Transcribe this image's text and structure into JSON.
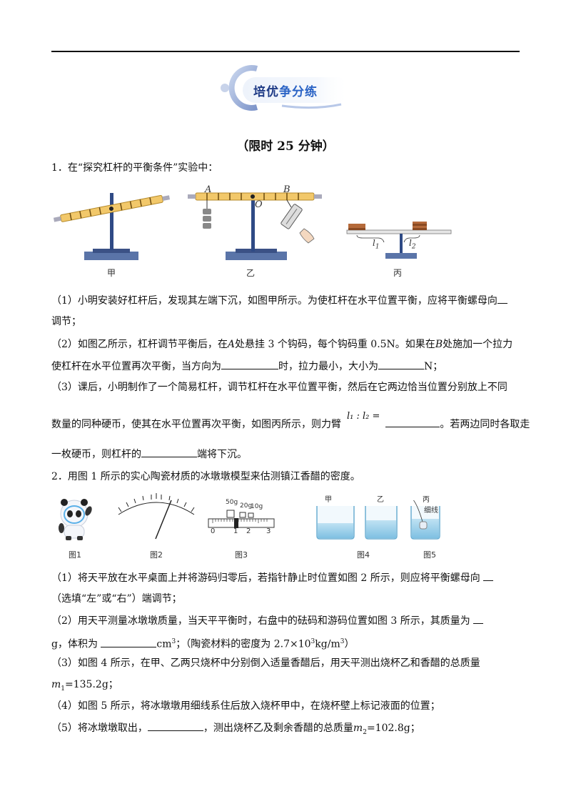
{
  "banner": {
    "part1": "培优",
    "part2": "争分练"
  },
  "time_limit": "（限时 25 分钟）",
  "q1": {
    "stem": "1．在“探究杠杆的平衡条件”实验中：",
    "fig_labels": {
      "jia": "甲",
      "yi": "乙",
      "bing": "丙",
      "A": "A",
      "B": "B",
      "O": "O",
      "l1": "l",
      "l1_sub": "1",
      "l2": "l",
      "l2_sub": "2"
    },
    "s1a": "（1）小明安装好杠杆后，发现其左端下沉，如图甲所示。为使杠杆在水平位置平衡，应将平衡螺母向",
    "s1b": "调节；",
    "s2a_1": "（2）如图乙所示，杠杆调节平衡后，在",
    "s2a_A": "A",
    "s2a_2": "处悬挂 3 个钩码，每个钩码重 0.5N。如果在",
    "s2a_B": "B",
    "s2a_3": "处施加一个拉力",
    "s2b_1": "使杠杆在水平位置再次平衡，当方向为",
    "s2b_2": "时，拉力最小，大小为",
    "s2b_3": "N；",
    "s3a": "（3）课后，小明制作了一个简易杠杆，调节杠杆在水平位置平衡，然后在它两边恰当位置分别放上不同",
    "s3b_1": "数量的同种硬币，使其在水平位置再次平衡，如图丙所示，则力臂",
    "s3b_ratio": "l₁ : l₂ =",
    "s3b_2": "。若两边同时各取走",
    "s3c_1": "一枚硬币，则杠杆的",
    "s3c_2": "端将下沉。"
  },
  "q2": {
    "stem": "2．用图 1 所示的实心陶瓷材质的冰墩墩模型来估测镇江香醋的密度。",
    "fig_caps": [
      "图1",
      "图2",
      "图3",
      "图4",
      "图5"
    ],
    "fig3_weights": [
      "50g",
      "20g",
      "10g"
    ],
    "fig3_scale": [
      "0",
      "1",
      "2",
      "3"
    ],
    "beaker_labels": [
      "甲",
      "乙",
      "丙"
    ],
    "thread_label": "细线",
    "s1a": "（1）将天平放在水平桌面上并将游码归零后，若指针静止时位置如图 2 所示，则应将平衡螺母向",
    "s1b": "（选填“左”或“右”）端调节；",
    "s2a": "（2）用天平测量冰墩墩质量，当天平平衡时，右盘中的砝码和游码位置如图 3 所示，其质量为",
    "s2b_1": "g，体积为",
    "s2b_unit": "cm",
    "s2b_2": "；（陶瓷材料的密度为 2.7×10",
    "s2b_3": "kg/m",
    "s2b_4": "）",
    "s3a": "（3）如图 4 所示，在甲、乙两只烧杯中分别倒入适量香醋后，用天平测出烧杯乙和香醋的总质量",
    "s3b_m": "m",
    "s3b_sub": "1",
    "s3b_val": "=135.2g；",
    "s4": "（4）如图 5 所示，将冰墩墩用细线系住后放入烧杯甲中，在烧杯壁上标记液面的位置；",
    "s5_1": "（5）将冰墩墩取出，",
    "s5_2": "，测出烧杯乙及剩余香醋的总质量",
    "s5_m": "m",
    "s5_sub": "2",
    "s5_val": "=102.8g；"
  }
}
